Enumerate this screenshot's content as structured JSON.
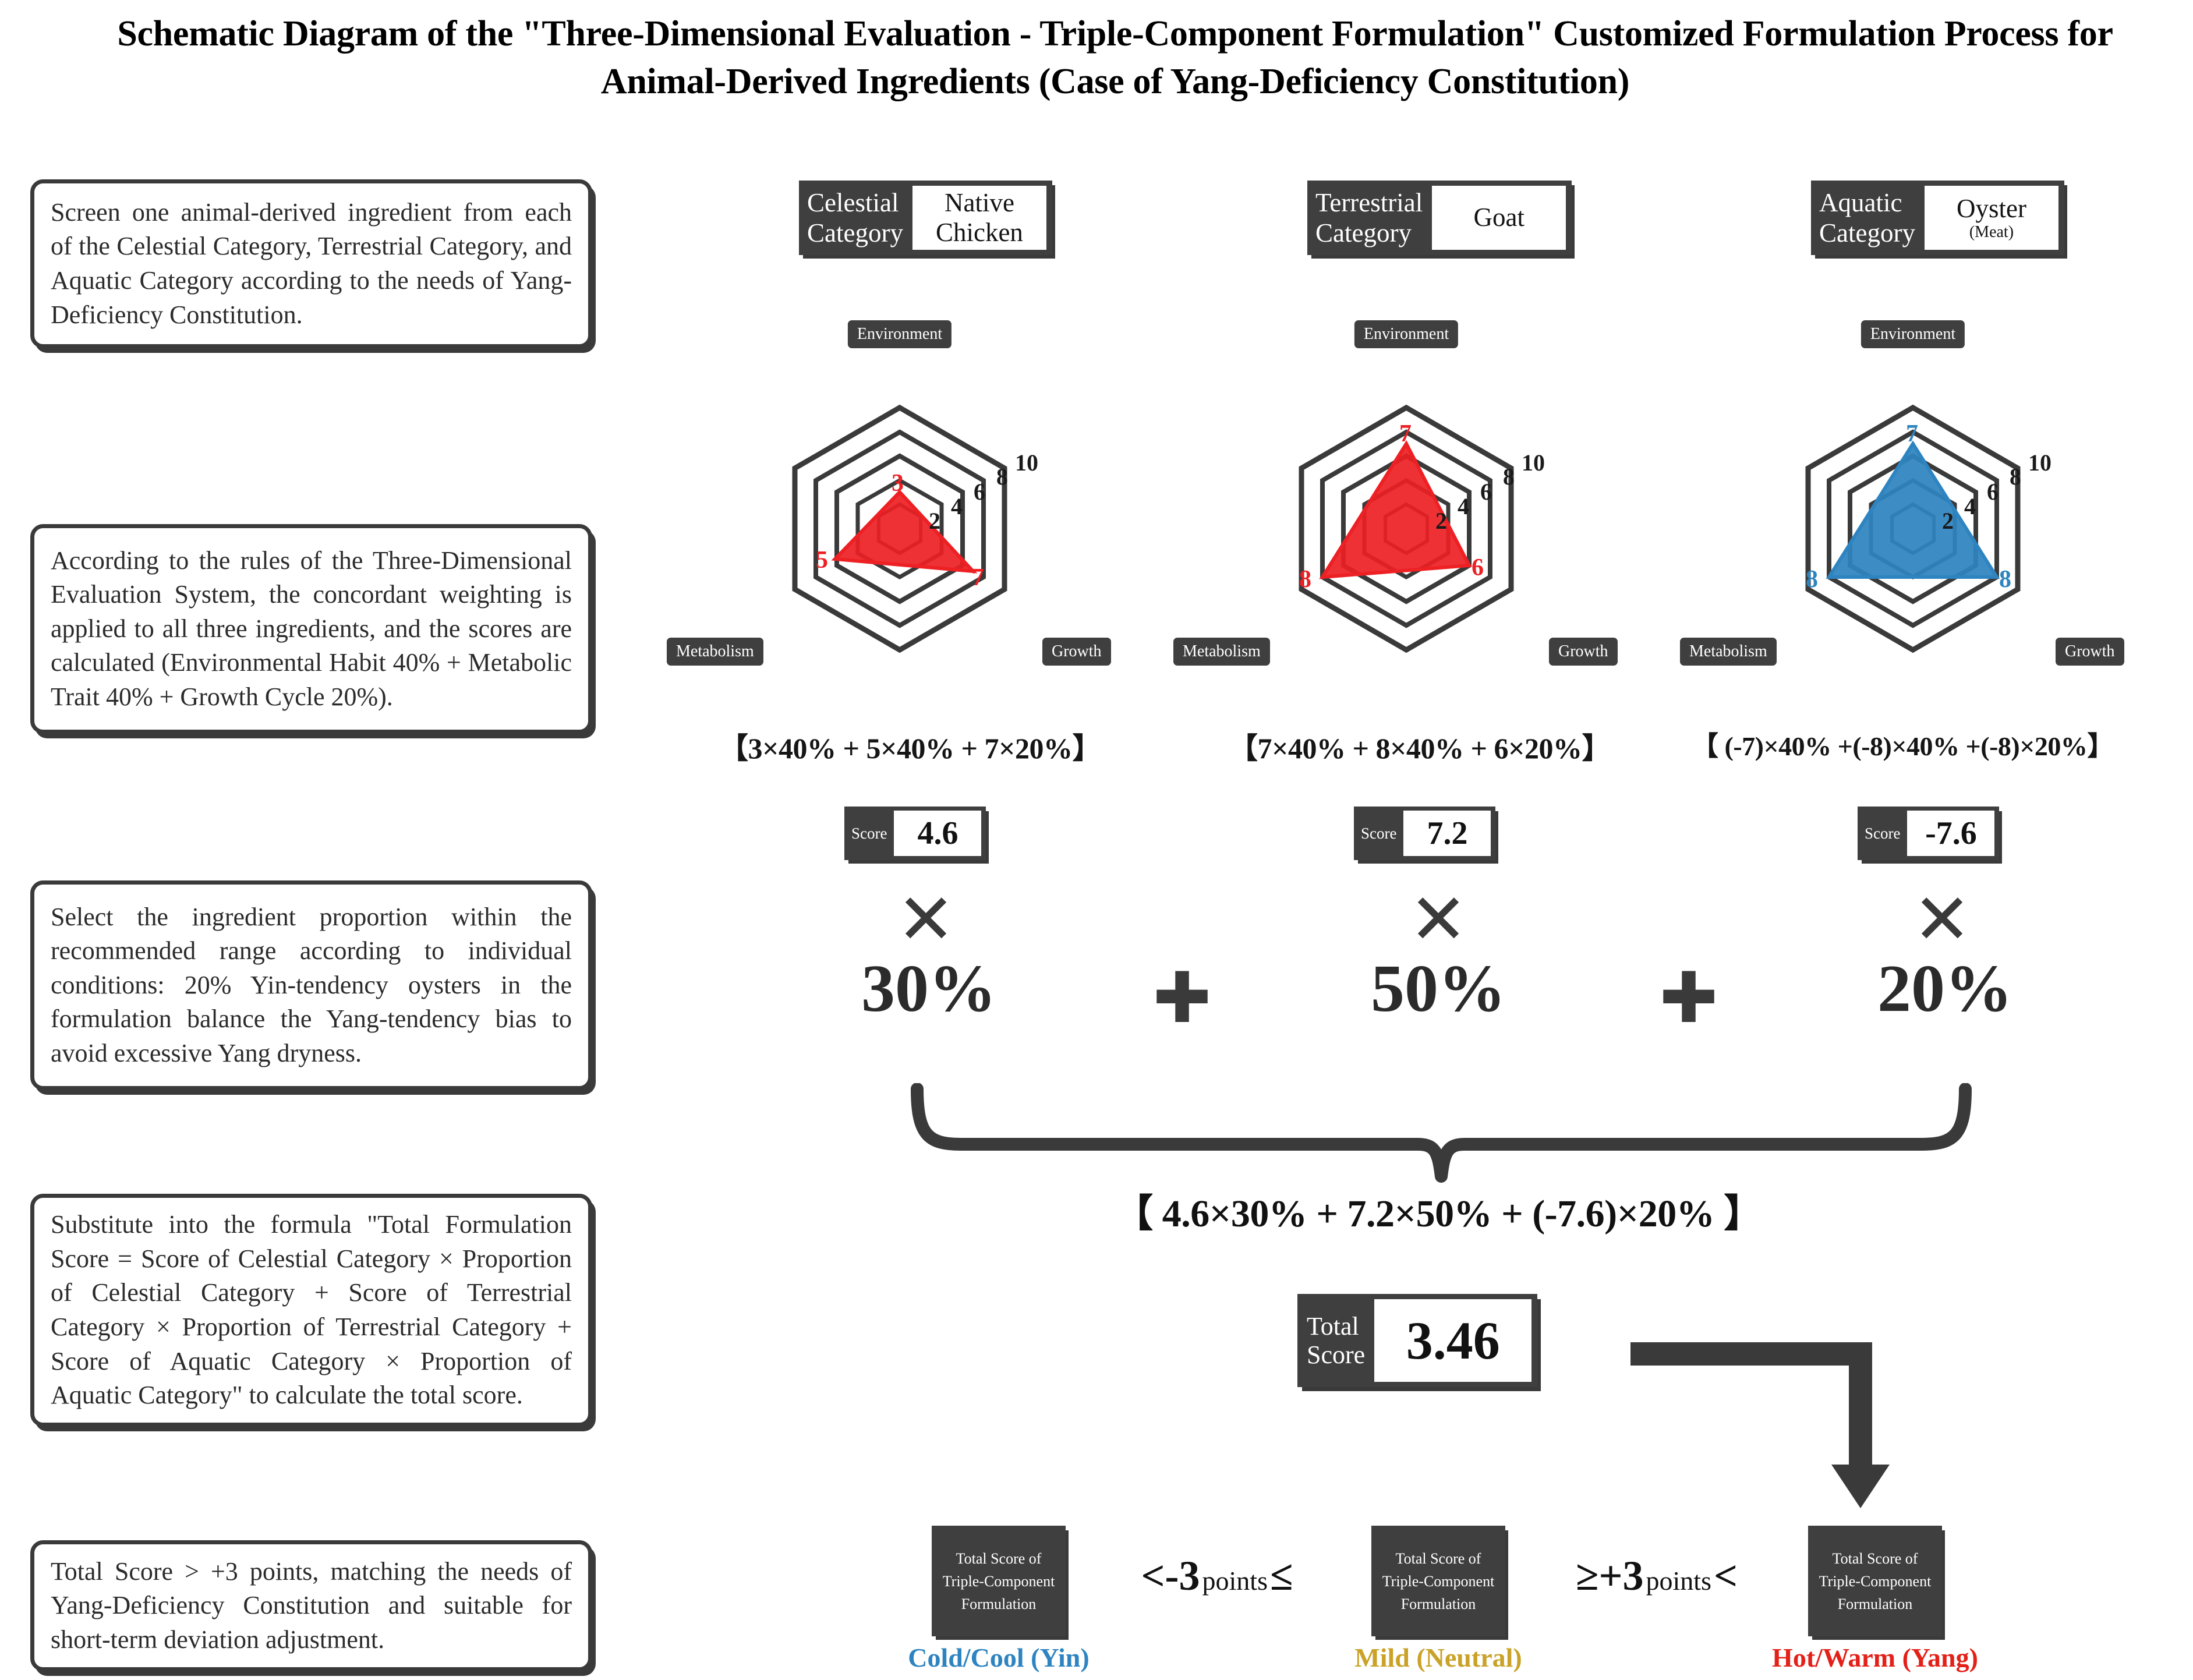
{
  "title": "Schematic Diagram of the \"Three-Dimensional Evaluation - Triple-Component Formulation\" Customized Formulation Process for Animal-Derived Ingredients (Case of Yang-Deficiency Constitution)",
  "colors": {
    "dark": "#3f3f3f",
    "red": "#ED2024",
    "blue": "#2E84C0",
    "gold": "#C9A227",
    "hot": "#E32119",
    "cold": "#2E84C0"
  },
  "steps": [
    {
      "text": "Screen one animal-derived ingredient from each of the Celestial Category, Terrestrial Category, and Aquatic Category according to the needs of Yang-Deficiency Constitution."
    },
    {
      "text": "According to the rules of the Three-Dimensional Evaluation System, the concordant weighting is applied to all three ingredients, and the scores are calculated (Environmental Habit 40% + Metabolic Trait 40% + Growth Cycle 20%)."
    },
    {
      "text": "Select the ingredient proportion within the recommended range according to individual conditions: 20% Yin-tendency oysters in the formulation balance the Yang-tendency bias to avoid excessive Yang dryness."
    },
    {
      "text": "Substitute into the formula \"Total Formulation Score = Score of Celestial Category × Proportion of Celestial Category + Score of Terrestrial Category × Proportion of Terrestrial Category + Score of Aquatic Category × Proportion of Aquatic Category\" to calculate the total score."
    },
    {
      "text": "Total Score > +3 points, matching the needs of Yang-Deficiency Constitution and suitable for short-term deviation adjustment."
    }
  ],
  "categories": [
    {
      "label": "Celestial\nCategory",
      "ingredient": "Native\nChicken",
      "ingredient_sub": "",
      "formula": "【3×40% + 5×40% + 7×20%】",
      "score_label": "Score",
      "score_value": "4.6",
      "times_symbol": "✕",
      "proportion": "30%"
    },
    {
      "label": "Terrestrial\nCategory",
      "ingredient": "Goat",
      "ingredient_sub": "",
      "formula": "【7×40% + 8×40% + 6×20%】",
      "score_label": "Score",
      "score_value": "7.2",
      "times_symbol": "✕",
      "proportion": "50%"
    },
    {
      "label": "Aquatic\nCategory",
      "ingredient": "Oyster",
      "ingredient_sub": "(Meat)",
      "formula": "【 (-7)×40% +(-8)×40% +(-8)×20%】",
      "score_label": "Score",
      "score_value": "-7.6",
      "times_symbol": "✕",
      "proportion": "20%"
    }
  ],
  "plus_symbol": "✚",
  "chart_data": [
    {
      "type": "radar",
      "title": "Native Chicken",
      "categories": [
        "Environment",
        "Growth",
        "Metabolism"
      ],
      "values": [
        3,
        7,
        5
      ],
      "value_labels": [
        "3",
        "7",
        "5"
      ],
      "tick_labels": [
        "2",
        "4",
        "6",
        "8",
        "10"
      ],
      "ticks": [
        2,
        4,
        6,
        8,
        10
      ],
      "rlim": [
        0,
        10
      ],
      "color": "#ED2024",
      "grid": true,
      "legend": "none"
    },
    {
      "type": "radar",
      "title": "Goat",
      "categories": [
        "Environment",
        "Growth",
        "Metabolism"
      ],
      "values": [
        7,
        6,
        8
      ],
      "value_labels": [
        "7",
        "6",
        "8"
      ],
      "tick_labels": [
        "2",
        "4",
        "6",
        "8",
        "10"
      ],
      "ticks": [
        2,
        4,
        6,
        8,
        10
      ],
      "rlim": [
        0,
        10
      ],
      "color": "#ED2024",
      "grid": true,
      "legend": "none"
    },
    {
      "type": "radar",
      "title": "Oyster (Meat)",
      "categories": [
        "Environment",
        "Growth",
        "Metabolism"
      ],
      "values": [
        7,
        8,
        8
      ],
      "value_labels": [
        "7",
        "8",
        "8"
      ],
      "tick_labels": [
        "2",
        "4",
        "6",
        "8",
        "10"
      ],
      "ticks": [
        2,
        4,
        6,
        8,
        10
      ],
      "rlim": [
        0,
        10
      ],
      "color": "#2E84C0",
      "grid": true,
      "legend": "none"
    }
  ],
  "axis_labels": {
    "top": "Environment",
    "left": "Metabolism",
    "right": "Growth"
  },
  "total": {
    "formula": "【 4.6×30% + 7.2×50% + (-7.6)×20% 】",
    "label": "Total\nScore",
    "value": "3.46"
  },
  "legend": {
    "boxes": [
      {
        "text": "Total Score of\nTriple-Component\nFormulation",
        "name": "Cold/Cool (Yin)",
        "color": "#2E84C0"
      },
      {
        "text": "Total Score of\nTriple-Component\nFormulation",
        "name": "Mild (Neutral)",
        "color": "#C9A227"
      },
      {
        "text": "Total Score of\nTriple-Component\nFormulation",
        "name": "Hot/Warm (Yang)",
        "color": "#E32119"
      }
    ],
    "conditions": [
      {
        "op_left": "<",
        "value": "-3",
        "unit": "points",
        "op_right": "≤"
      },
      {
        "op_left": "≥",
        "value": "+3",
        "unit": "points",
        "op_right": "<"
      }
    ]
  }
}
